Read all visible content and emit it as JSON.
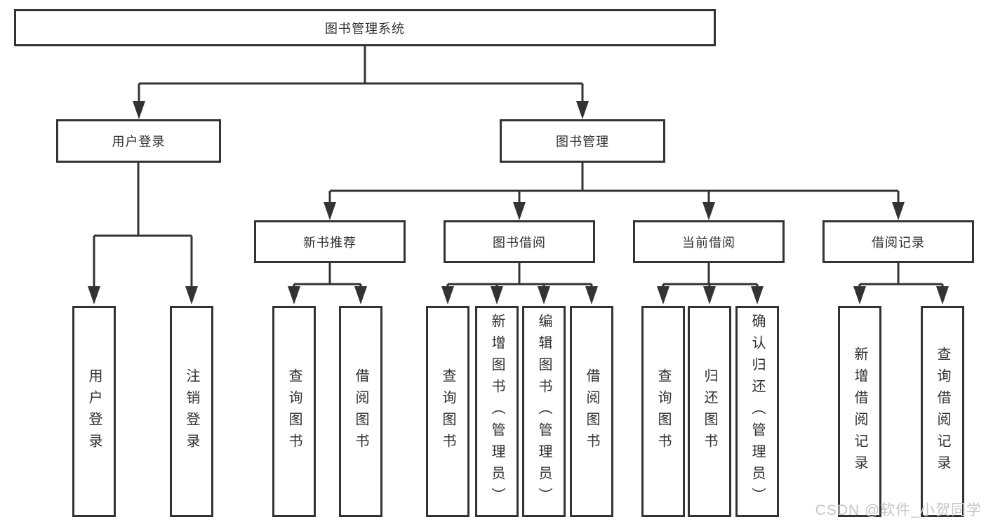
{
  "title": "图书管理系统",
  "tree": {
    "label": "图书管理系统",
    "children": [
      {
        "label": "用户登录",
        "children": [
          {
            "label": "用户登录"
          },
          {
            "label": "注销登录"
          }
        ]
      },
      {
        "label": "图书管理",
        "children": [
          {
            "label": "新书推荐",
            "children": [
              {
                "label": "查询图书"
              },
              {
                "label": "借阅图书"
              }
            ]
          },
          {
            "label": "图书借阅",
            "children": [
              {
                "label": "查询图书"
              },
              {
                "label": "新增图书（管理员）"
              },
              {
                "label": "编辑图书（管理员）"
              },
              {
                "label": "借阅图书"
              }
            ]
          },
          {
            "label": "当前借阅",
            "children": [
              {
                "label": "查询图书"
              },
              {
                "label": "归还图书"
              },
              {
                "label": "确认归还（管理员）"
              }
            ]
          },
          {
            "label": "借阅记录",
            "children": [
              {
                "label": "新增借阅记录"
              },
              {
                "label": "查询借阅记录"
              }
            ]
          }
        ]
      }
    ]
  },
  "watermark": {
    "text": "CSDN @软件_小贺同学"
  },
  "colors": {
    "line": "#333333",
    "text": "#2f2f2f",
    "box_background": "#ffffff",
    "page_background": "#ffffff",
    "watermark": "#c6c6c6"
  }
}
